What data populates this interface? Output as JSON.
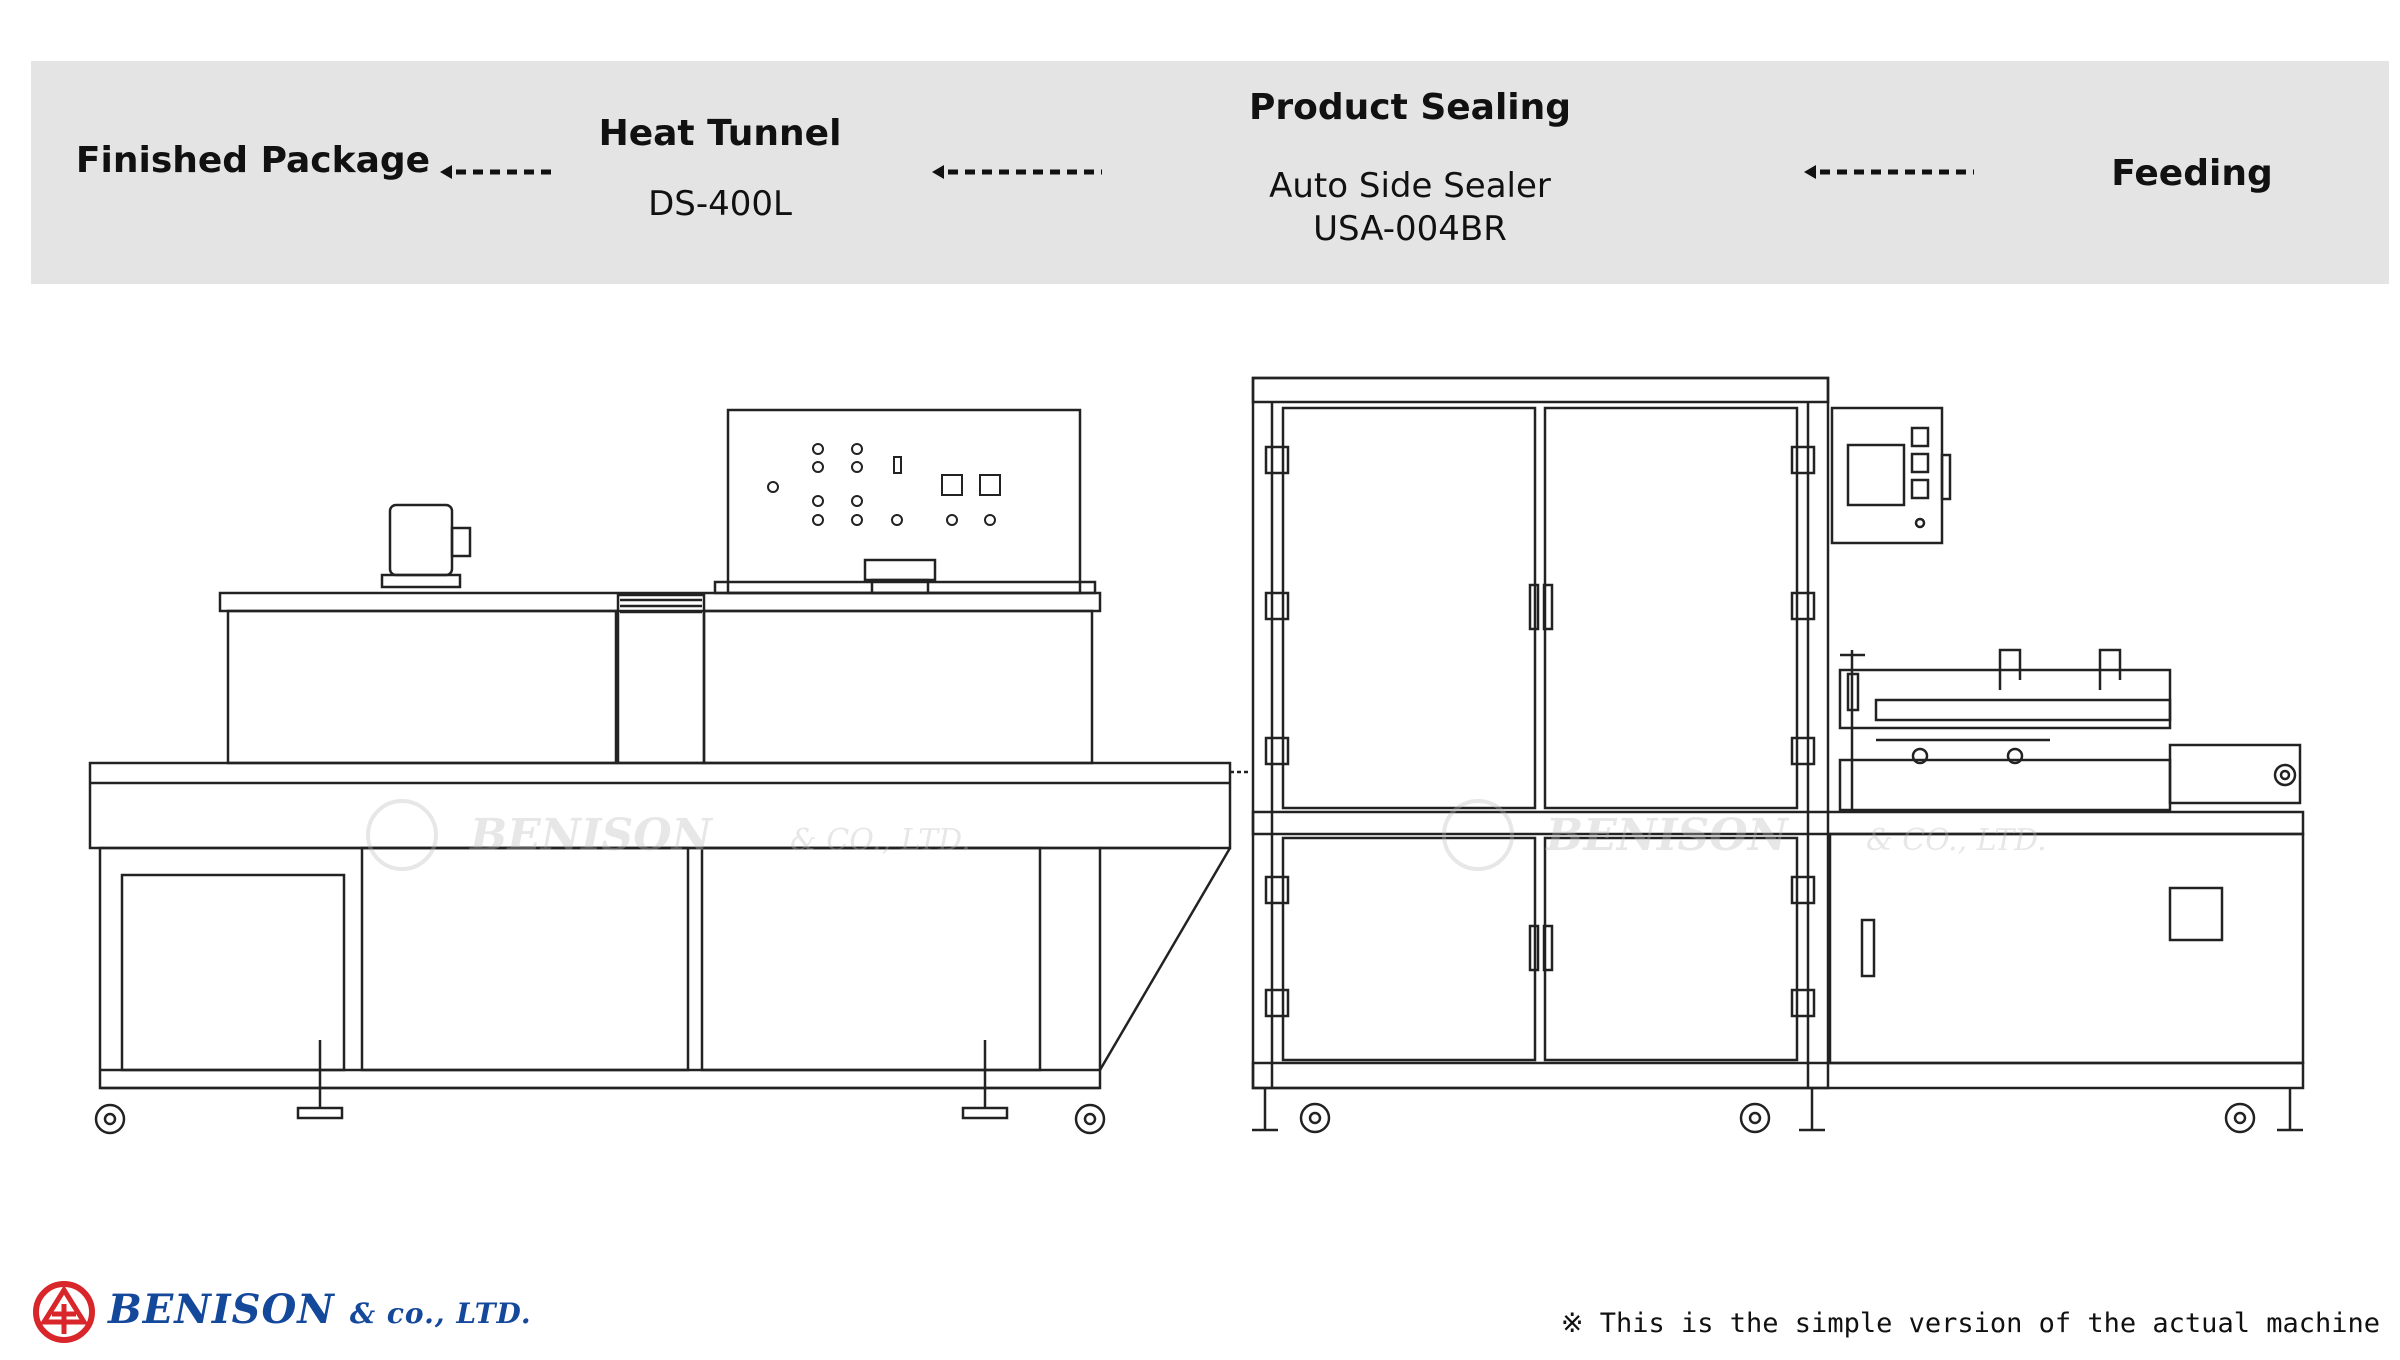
{
  "process_flow": {
    "stages": [
      {
        "id": "finished",
        "title": "Finished Package",
        "subtitle": []
      },
      {
        "id": "heat",
        "title": "Heat Tunnel",
        "subtitle": [
          "DS-400L"
        ]
      },
      {
        "id": "sealing",
        "title": "Product Sealing",
        "subtitle": [
          "Auto Side Sealer",
          "USA-004BR"
        ]
      },
      {
        "id": "feeding",
        "title": "Feeding",
        "subtitle": []
      }
    ]
  },
  "watermark": {
    "name": "BENISON",
    "suffix": "& CO., LTD."
  },
  "brand": {
    "name": "BENISON",
    "suffix": "& co., LTD.",
    "color": "#14489b",
    "logo_color": "#d9262b"
  },
  "footer": {
    "note": "※ This is the simple version of the actual machine"
  },
  "colors": {
    "band": "#e4e4e4",
    "line": "#222222"
  }
}
